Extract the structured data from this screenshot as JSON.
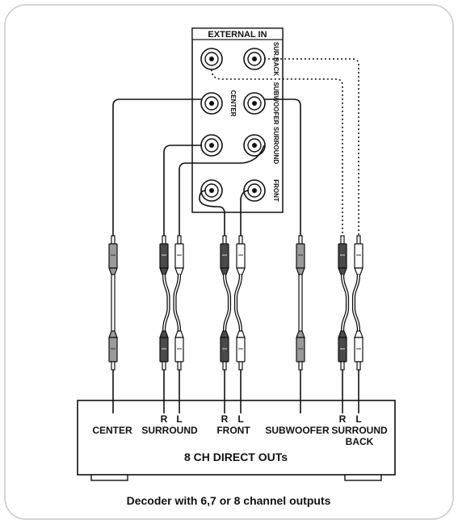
{
  "panel": {
    "title": "EXTERNAL IN",
    "rows": [
      {
        "label": "SUR.BACK"
      },
      {
        "label": "CENTER",
        "label2": "SUBWOOFER"
      },
      {
        "label": "SURROUND"
      },
      {
        "label": "FRONT"
      }
    ]
  },
  "decoder": {
    "title": "8 CH DIRECT OUTs",
    "groups": [
      {
        "name": "CENTER",
        "sub": ""
      },
      {
        "name": "SURROUND",
        "sub": ""
      },
      {
        "name": "FRONT",
        "sub": ""
      },
      {
        "name": "SUBWOOFER",
        "sub": ""
      },
      {
        "name": "SURROUND",
        "sub": "BACK"
      }
    ],
    "r_label": "R",
    "l_label": "L"
  },
  "caption": "Decoder with 6,7 or 8 channel outputs",
  "colors": {
    "dark": "#4a4a4a",
    "gray": "#9a9a9a",
    "white": "#ffffff",
    "line": "#111111",
    "frame": "#c8c8c8"
  }
}
